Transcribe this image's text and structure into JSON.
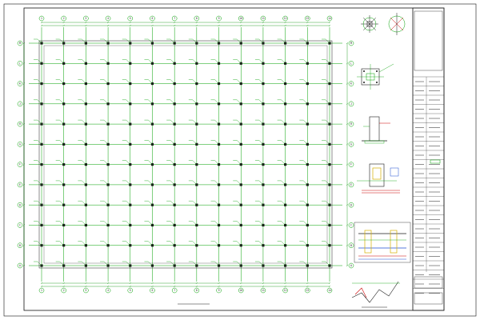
{
  "plan": {
    "title": "",
    "scale": "",
    "col_labels": [
      "1",
      "2",
      "3",
      "4",
      "5",
      "6",
      "7",
      "8",
      "9",
      "10",
      "11",
      "12",
      "13",
      "14"
    ],
    "row_labels": [
      "M",
      "L",
      "K",
      "J",
      "H",
      "G",
      "F",
      "E",
      "D",
      "C",
      "B",
      "A"
    ],
    "dim_top": "",
    "dim_bottom": ""
  },
  "details": {
    "d1_title": "",
    "d2_title": "",
    "d3_title": "",
    "d4_title": "",
    "d5_title": "",
    "d6_title": "",
    "section_label": ""
  },
  "title_block": {
    "rows": 24
  },
  "colors": {
    "grid_green": "#00a000",
    "dim_green": "#009000",
    "red": "#cc0000",
    "blue": "#1f4fd0",
    "yellow": "#d4b000",
    "dark": "#1a1a1a"
  }
}
